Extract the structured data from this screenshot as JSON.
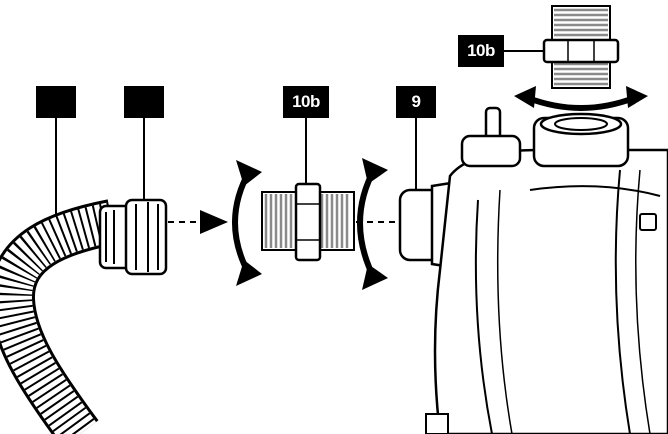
{
  "callouts": {
    "hose": "",
    "hose_nut": "",
    "adapter_inlet": "10b",
    "pump_inlet": "9",
    "adapter_outlet": "10b"
  },
  "colors": {
    "ink": "#000000",
    "background": "#ffffff",
    "thread_gray": "#8a8a8a"
  }
}
